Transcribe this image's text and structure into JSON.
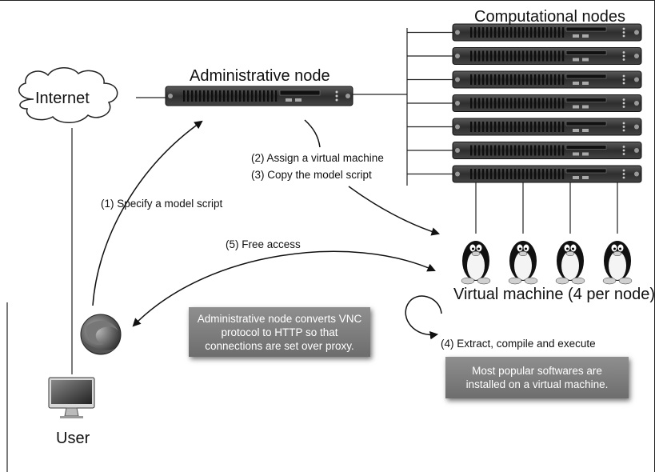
{
  "nodes": {
    "internet": "Internet",
    "administrative_node": "Administrative node",
    "computational_nodes": "Computational nodes",
    "virtual_machine": "Virtual machine (4 per node)",
    "user": "User"
  },
  "steps": {
    "step1": "(1) Specify a model script",
    "step2": "(2) Assign a virtual machine",
    "step3": "(3) Copy the model script",
    "step4": "(4) Extract, compile and execute",
    "step5": "(5) Free access"
  },
  "notes": {
    "proxy_note": "Administrative node converts VNC protocol to HTTP so that connections are set over proxy.",
    "software_note": "Most popular softwares are installed on a virtual machine."
  },
  "counts": {
    "computational_servers": 7,
    "virtual_machines": 4
  },
  "colors": {
    "server_body": "#3a3a3a",
    "note_background": "#7d7d7d",
    "arrow": "#111111"
  },
  "icons": {
    "internet": "cloud-icon",
    "server": "rack-server-icon",
    "virtual_machine": "penguin-icon",
    "browser": "browser-globe-icon",
    "computer": "desktop-monitor-icon"
  }
}
